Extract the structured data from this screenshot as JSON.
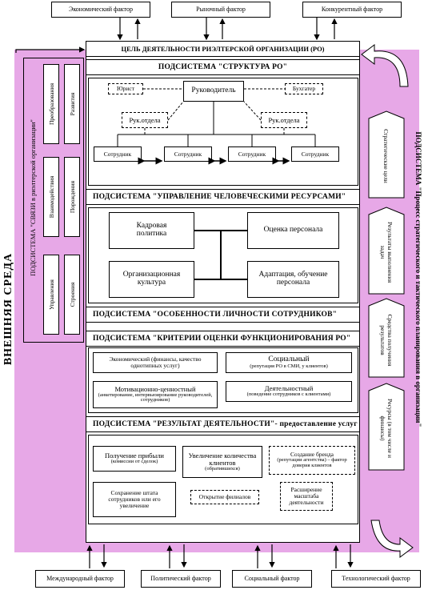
{
  "external": {
    "side_label": "ВНЕШНЯЯ СРЕДА",
    "top_factors": [
      "Экономический фактор",
      "Рыночный фактор",
      "Конкурентный фактор"
    ],
    "bottom_factors": [
      "Международный фактор",
      "Политический фактор",
      "Социальный фактор",
      "Технологический фактор"
    ]
  },
  "goal": "ЦЕЛЬ ДЕЯТЕЛЬНОСТИ РИЭЛТЕРСКОЙ ОРГАНИЗАЦИИ (РО)",
  "links": {
    "title": "ПОДСИСТЕМА \"СВЯЗИ  в риэлтерской организации\"",
    "col1": [
      "Преобразования",
      "Взаимодействия",
      "Управления"
    ],
    "col2": [
      "Развития",
      "Порождения",
      "Строения"
    ]
  },
  "planning": {
    "title": "ПОДСИСТЕМА  \"Процесс стратегического и тактического планирования в организации\"",
    "steps": [
      "Стратегические цели",
      "Результаты выполнения задач",
      "Средства получения результатов",
      "Ресурсы (в том числе и финансы)"
    ]
  },
  "structure": {
    "title": "ПОДСИСТЕМА  \"СТРУКТУРА РО\"",
    "head": "Руководитель",
    "lawyer": "Юрист",
    "accountant": "Бухгатер",
    "dept_head": "Рук.отдела",
    "employee": "Сотрудник"
  },
  "hr": {
    "title": "ПОДСИСТЕМА  \"УПРАВЛЕНИЕ ЧЕЛОВЕЧЕСКИМИ РЕСУРСАМИ\"",
    "items": [
      "Кадровая политика",
      "Оценка персонала",
      "Организационная культура",
      "Адаптация, обучение персонала"
    ]
  },
  "personality": {
    "title": "ПОДСИСТЕМА \"ОСОБЕННОСТИ ЛИЧНОСТИ СОТРУДНИКОВ\""
  },
  "criteria": {
    "title": "ПОДСИСТЕМА  \"КРИТЕРИИ ОЦЕНКИ ФУНКЦИОНИРОВАНИЯ РО\"",
    "economic": "Экономический (финансы, качество однотипных услуг)",
    "social_title": "Социальный",
    "social_note": "(репутация РО в СМИ, у клиентов)",
    "motiv_title": "Мотивационно-ценностный",
    "motiv_note": "(анкетирование, интервьюирование руководителей, сотрудников)",
    "activity_title": "Деятельностный",
    "activity_note": "(поведение сотрудников с клиентами)"
  },
  "results": {
    "title": "ПОДСИСТЕМА  \"РЕЗУЛЬТАТ ДЕЯТЕЛЬНОСТИ\"",
    "title_suffix": " - предоставление услуг",
    "profit": "Получение прибыли",
    "profit_note": "(комиссии от сделок)",
    "clients": "Увеличение количества клиентов",
    "clients_note": "(обратившихся)",
    "brand": "Создание бренда",
    "brand_note": "(репутации агентства) – фактор доверия клиентов",
    "staff": "Сохранение штата сотрудников или его увеличение",
    "branches": "Открытие филиалов",
    "scale": "Расширение масштаба деятельности"
  }
}
